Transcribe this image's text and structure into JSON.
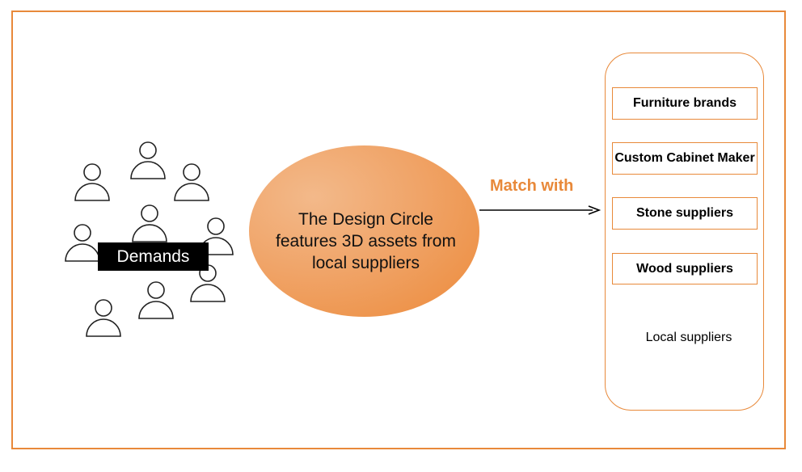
{
  "demands": {
    "label": "Demands"
  },
  "center": {
    "text": "The Design Circle features 3D assets from local suppliers"
  },
  "connector": {
    "label": "Match with"
  },
  "suppliers": {
    "items": [
      {
        "label": "Furniture brands"
      },
      {
        "label": "Custom Cabinet Maker"
      },
      {
        "label": "Stone suppliers"
      },
      {
        "label": "Wood suppliers"
      }
    ],
    "caption": "Local suppliers"
  },
  "colors": {
    "accent": "#e8893a",
    "ellipse_light": "#f3b98a",
    "ellipse_dark": "#ec8a3a"
  },
  "icons": {
    "person": "person-icon",
    "arrow": "arrow-right-icon"
  }
}
